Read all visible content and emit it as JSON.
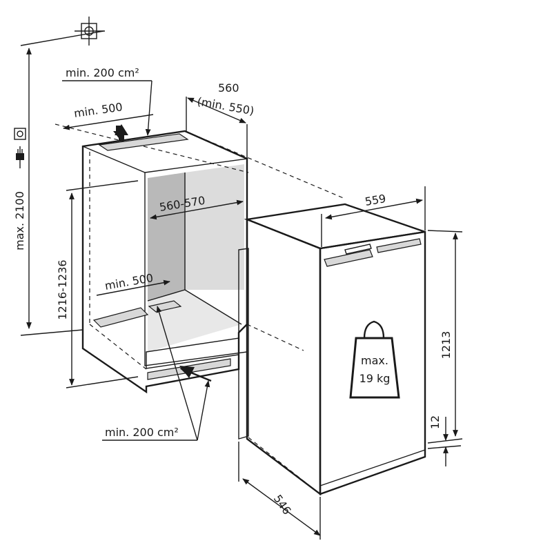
{
  "labels": {
    "max_height": "max. 2100",
    "niche_height": "1216-1236",
    "vent_top_area": "min. 200 cm²",
    "vent_top_depth": "min. 500",
    "niche_width": "560",
    "niche_width_min": "(min. 550)",
    "niche_depth": "560-570",
    "vent_bottom_depth": "min. 500",
    "vent_bottom_area": "min. 200 cm²",
    "appliance_width": "559",
    "appliance_height": "1213",
    "plinth_height": "12",
    "appliance_depth": "546",
    "weight_max": "max.",
    "weight_value": "19 kg"
  },
  "icons": {
    "level": "crosshair-level-icon",
    "socket": "power-socket-icon",
    "plug": "power-plug-icon",
    "weight": "weight-icon"
  },
  "colors": {
    "line": "#1a1a1a",
    "niche_interior": "#b9b9b9",
    "niche_interior_light": "#dcdcdc",
    "vent": "#d8d8d8"
  }
}
